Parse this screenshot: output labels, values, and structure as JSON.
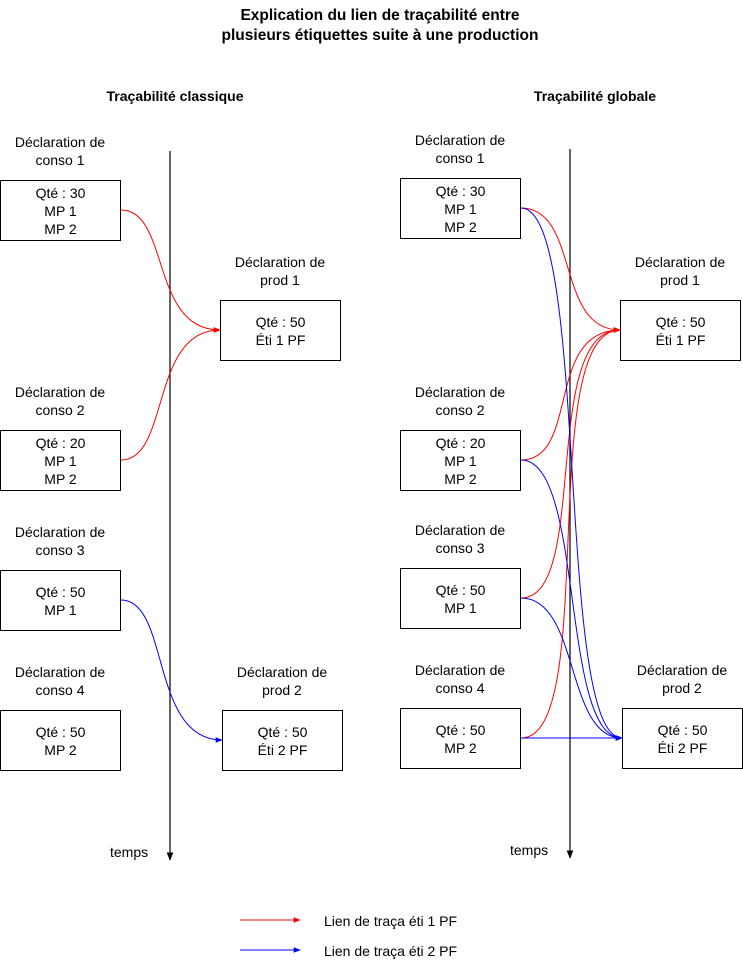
{
  "title": {
    "line1": "Explication du lien de traçabilité entre",
    "line2": "plusieurs étiquettes suite à une production"
  },
  "sections": {
    "classique": "Traçabilité classique",
    "globale": "Traçabilité globale"
  },
  "time_label": "temps",
  "declarations": {
    "conso1": {
      "label1": "Déclaration de",
      "label2": "conso 1",
      "lines": [
        "Qté : 30",
        "MP 1",
        "MP 2"
      ]
    },
    "conso2": {
      "label1": "Déclaration de",
      "label2": "conso 2",
      "lines": [
        "Qté : 20",
        "MP 1",
        "MP 2"
      ]
    },
    "conso3": {
      "label1": "Déclaration de",
      "label2": "conso 3",
      "lines": [
        "Qté : 50",
        "MP 1"
      ]
    },
    "conso4": {
      "label1": "Déclaration de",
      "label2": "conso 4",
      "lines": [
        "Qté : 50",
        "MP 2"
      ]
    },
    "prod1": {
      "label1": "Déclaration de",
      "label2": "prod 1",
      "lines": [
        "Qté : 50",
        "Éti 1 PF"
      ]
    },
    "prod2": {
      "label1": "Déclaration de",
      "label2": "prod 2",
      "lines": [
        "Qté : 50",
        "Éti 2 PF"
      ]
    }
  },
  "legend": {
    "red": "Lien de traça éti 1 PF",
    "blue": "Lien de traça éti 2 PF"
  },
  "colors": {
    "red": "#ff0000",
    "blue": "#0000ff",
    "axis": "#000000"
  }
}
